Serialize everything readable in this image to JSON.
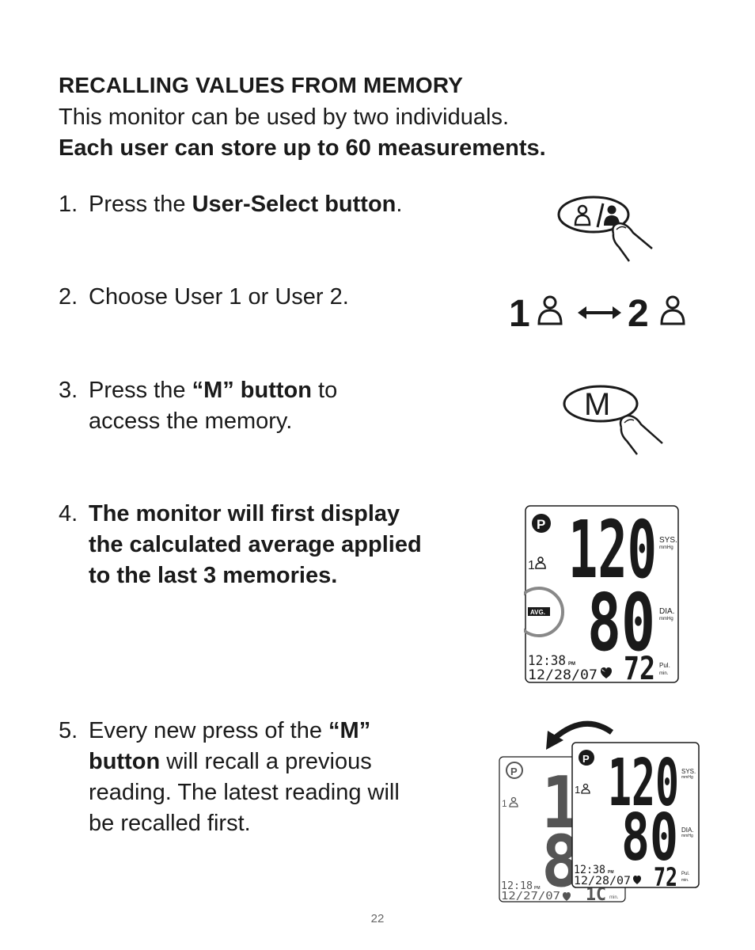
{
  "heading": "RECALLING VALUES FROM MEMORY",
  "intro_line1": "This monitor can be used by two individuals.",
  "intro_line2": "Each user can store up to 60 measurements.",
  "steps": [
    {
      "num": "1.",
      "pre": "Press the ",
      "bold": "User-Select button",
      "post": "."
    },
    {
      "num": "2.",
      "text": "Choose User 1 or User 2."
    },
    {
      "num": "3.",
      "pre": "Press the ",
      "bold": "“M” button",
      "post": " to",
      "line2": "access the memory."
    },
    {
      "num": "4.",
      "lines": [
        "The monitor will first display",
        "the calculated average applied",
        "to the last 3 memories."
      ]
    },
    {
      "num": "5.",
      "l1_pre": "Every new press of the ",
      "l1_bold": "“M”",
      "l2_bold": "button",
      "l2_post": " will recall a previous",
      "l3": "reading. The latest reading will",
      "l4": "be recalled first."
    }
  ],
  "figures": {
    "user_toggle": {
      "user1": "1",
      "user2": "2"
    },
    "m_button": "M",
    "display": {
      "sys": "120",
      "dia": "80",
      "pulse": "72",
      "sys_label": "SYS.",
      "dia_label": "DIA.",
      "unit": "mmHg",
      "pulse_label": "Pul.",
      "pulse_unit": "min.",
      "user": "1",
      "avg": "AVG.",
      "time": "12:38",
      "ampm": "PM",
      "date": "12/28/07"
    },
    "back_display": {
      "time": "12:18",
      "ampm": "PM",
      "date": "12/27/07",
      "pulse_unit": "min.",
      "user": "1"
    }
  },
  "page_number": "22"
}
